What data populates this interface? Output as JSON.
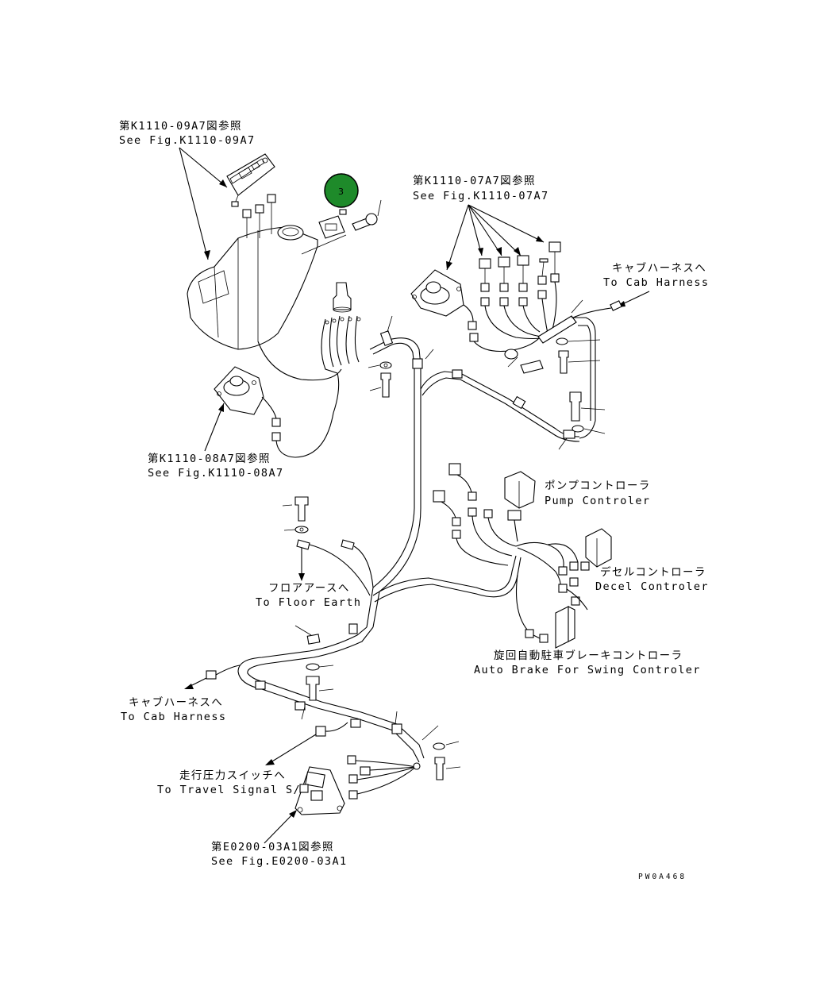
{
  "callout": {
    "number": "3",
    "color": "#1e8a2a",
    "ring_color": "#000000"
  },
  "labels": {
    "monitor_jp": "第K1110-09A7図参照",
    "monitor_en": "See Fig.K1110-09A7",
    "lever_r_jp": "第K1110-07A7図参照",
    "lever_r_en": "See Fig.K1110-07A7",
    "cab_top_jp": "キャブハーネスへ",
    "cab_top_en": "To Cab Harness",
    "lever_l_jp": "第K1110-08A7図参照",
    "lever_l_en": "See Fig.K1110-08A7",
    "pump_jp": "ポンプコントローラ",
    "pump_en": "Pump Controler",
    "floor_jp": "フロアアースへ",
    "floor_en": "To Floor Earth",
    "decel_jp": "デセルコントローラ",
    "decel_en": "Decel Controler",
    "swing_jp": "旋回自動駐車ブレーキコントローラ",
    "swing_en": "Auto Brake For Swing Controler",
    "cab_left_jp": "キャブハーネスへ",
    "cab_left_en": "To Cab Harness",
    "travel_jp": "走行圧力スイッチへ",
    "travel_en": "To Travel Signal S/W",
    "e0200_jp": "第E0200-03A1図参照",
    "e0200_en": "See Fig.E0200-03A1",
    "drawing_code": "PW0A468"
  }
}
